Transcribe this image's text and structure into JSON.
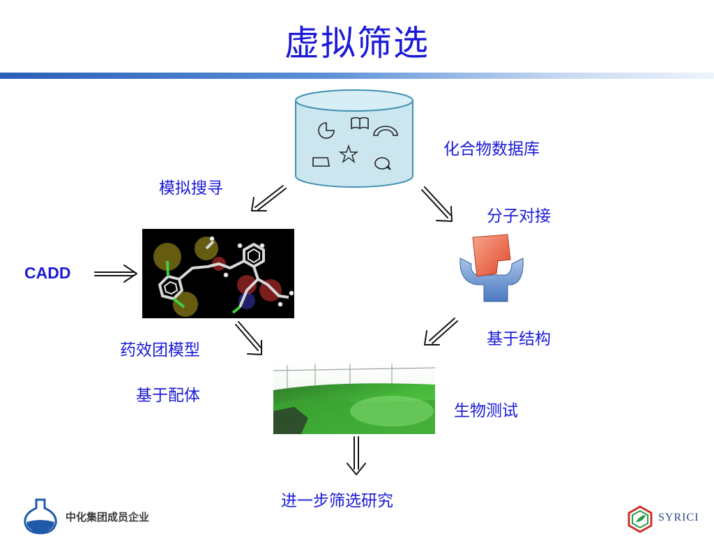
{
  "title": "虚拟筛选",
  "labels": {
    "compound_db": "化合物数据库",
    "sim_search": "模拟搜寻",
    "docking": "分子对接",
    "cadd": "CADD",
    "pharmacophore": "药效团模型",
    "structure_based": "基于结构",
    "ligand_based": "基于配体",
    "bioassay": "生物测试",
    "further": "进一步筛选研究"
  },
  "footer": {
    "left_text": "中化集团成员企业",
    "right_text": "SYRICI"
  },
  "colors": {
    "text_blue": "#1a1ad6",
    "db_fill": "#cce6ef",
    "db_stroke": "#3f8fb0"
  },
  "icons": {
    "db_shapes": [
      "pie-shape",
      "book-shape",
      "arc-shape",
      "square-shape",
      "star-shape",
      "speech-bubble-shape"
    ],
    "left_logo": "flask-logo",
    "right_logo": "hexagon-leaf-logo"
  }
}
